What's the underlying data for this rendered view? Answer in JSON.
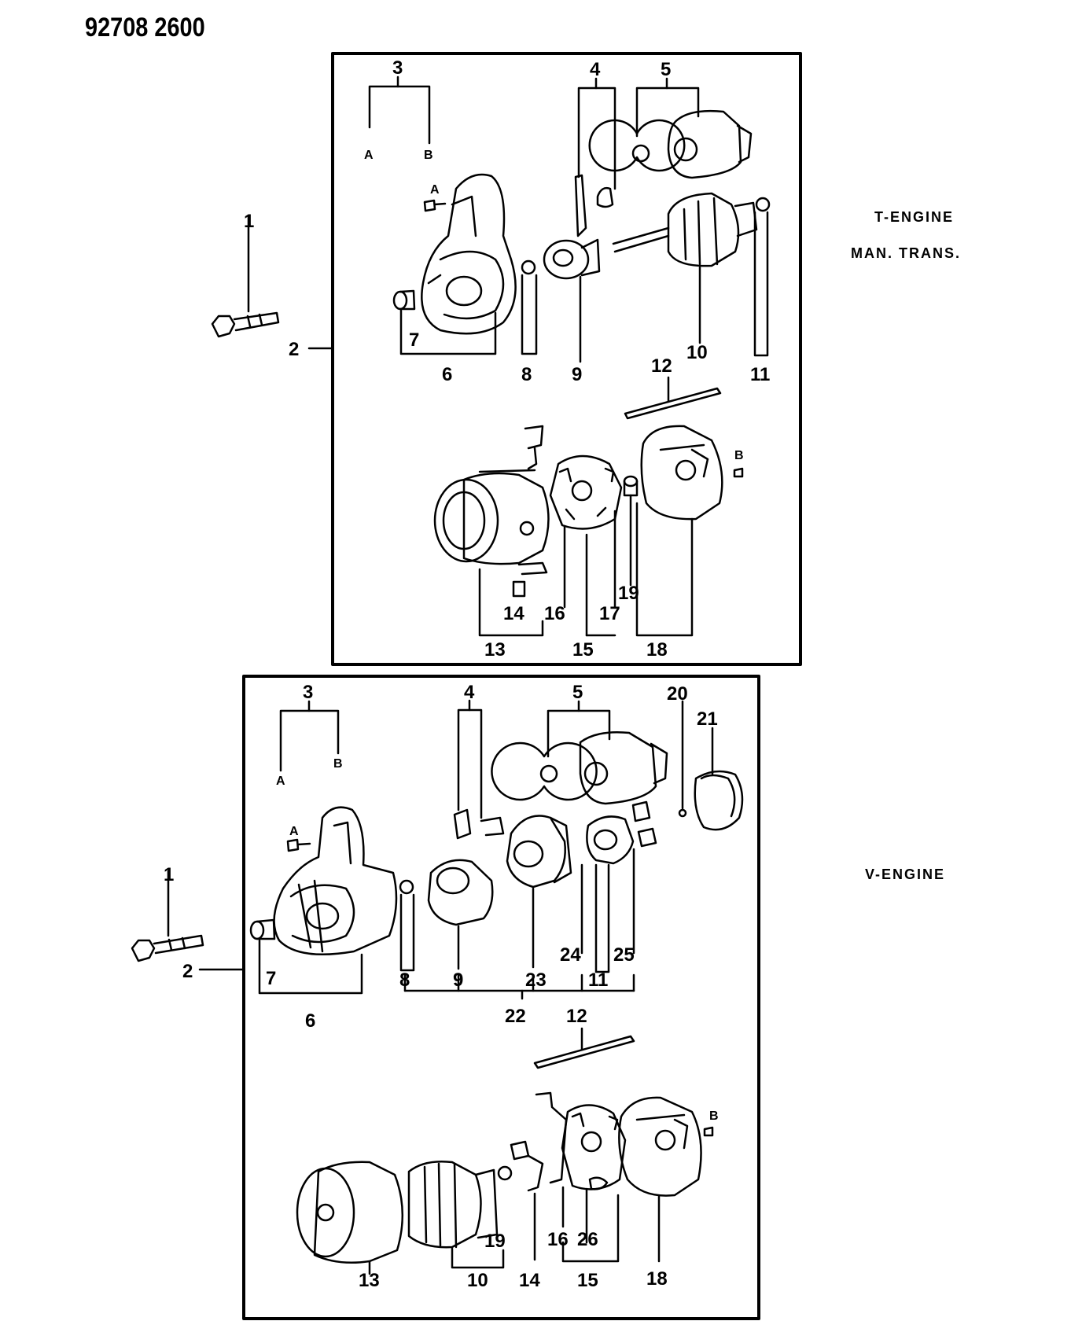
{
  "header": {
    "ref": "92708 2600"
  },
  "notes": {
    "t_engine": "T-ENGINE",
    "man_trans": "MAN. TRANS.",
    "v_engine": "V-ENGINE"
  },
  "panel_t": {
    "labels": {
      "n1": "1",
      "n2": "2",
      "n3": "3",
      "n3a": "A",
      "n3b": "B",
      "na": "A",
      "nb": "B",
      "n4": "4",
      "n5": "5",
      "n6": "6",
      "n7": "7",
      "n8": "8",
      "n9": "9",
      "n10": "10",
      "n11": "11",
      "n12": "12",
      "n13": "13",
      "n14": "14",
      "n15": "15",
      "n16": "16",
      "n17": "17",
      "n18": "18",
      "n19": "19"
    }
  },
  "panel_v": {
    "labels": {
      "n1": "1",
      "n2": "2",
      "n3": "3",
      "n3a": "A",
      "n3b": "B",
      "na": "A",
      "nb": "B",
      "n4": "4",
      "n5": "5",
      "n6": "6",
      "n7": "7",
      "n8": "8",
      "n9": "9",
      "n10": "10",
      "n11": "11",
      "n12": "12",
      "n13": "13",
      "n14": "14",
      "n15": "15",
      "n16": "16",
      "n18": "18",
      "n19": "19",
      "n20": "20",
      "n21": "21",
      "n22": "22",
      "n23": "23",
      "n24": "24",
      "n25": "25",
      "n26": "26"
    }
  }
}
